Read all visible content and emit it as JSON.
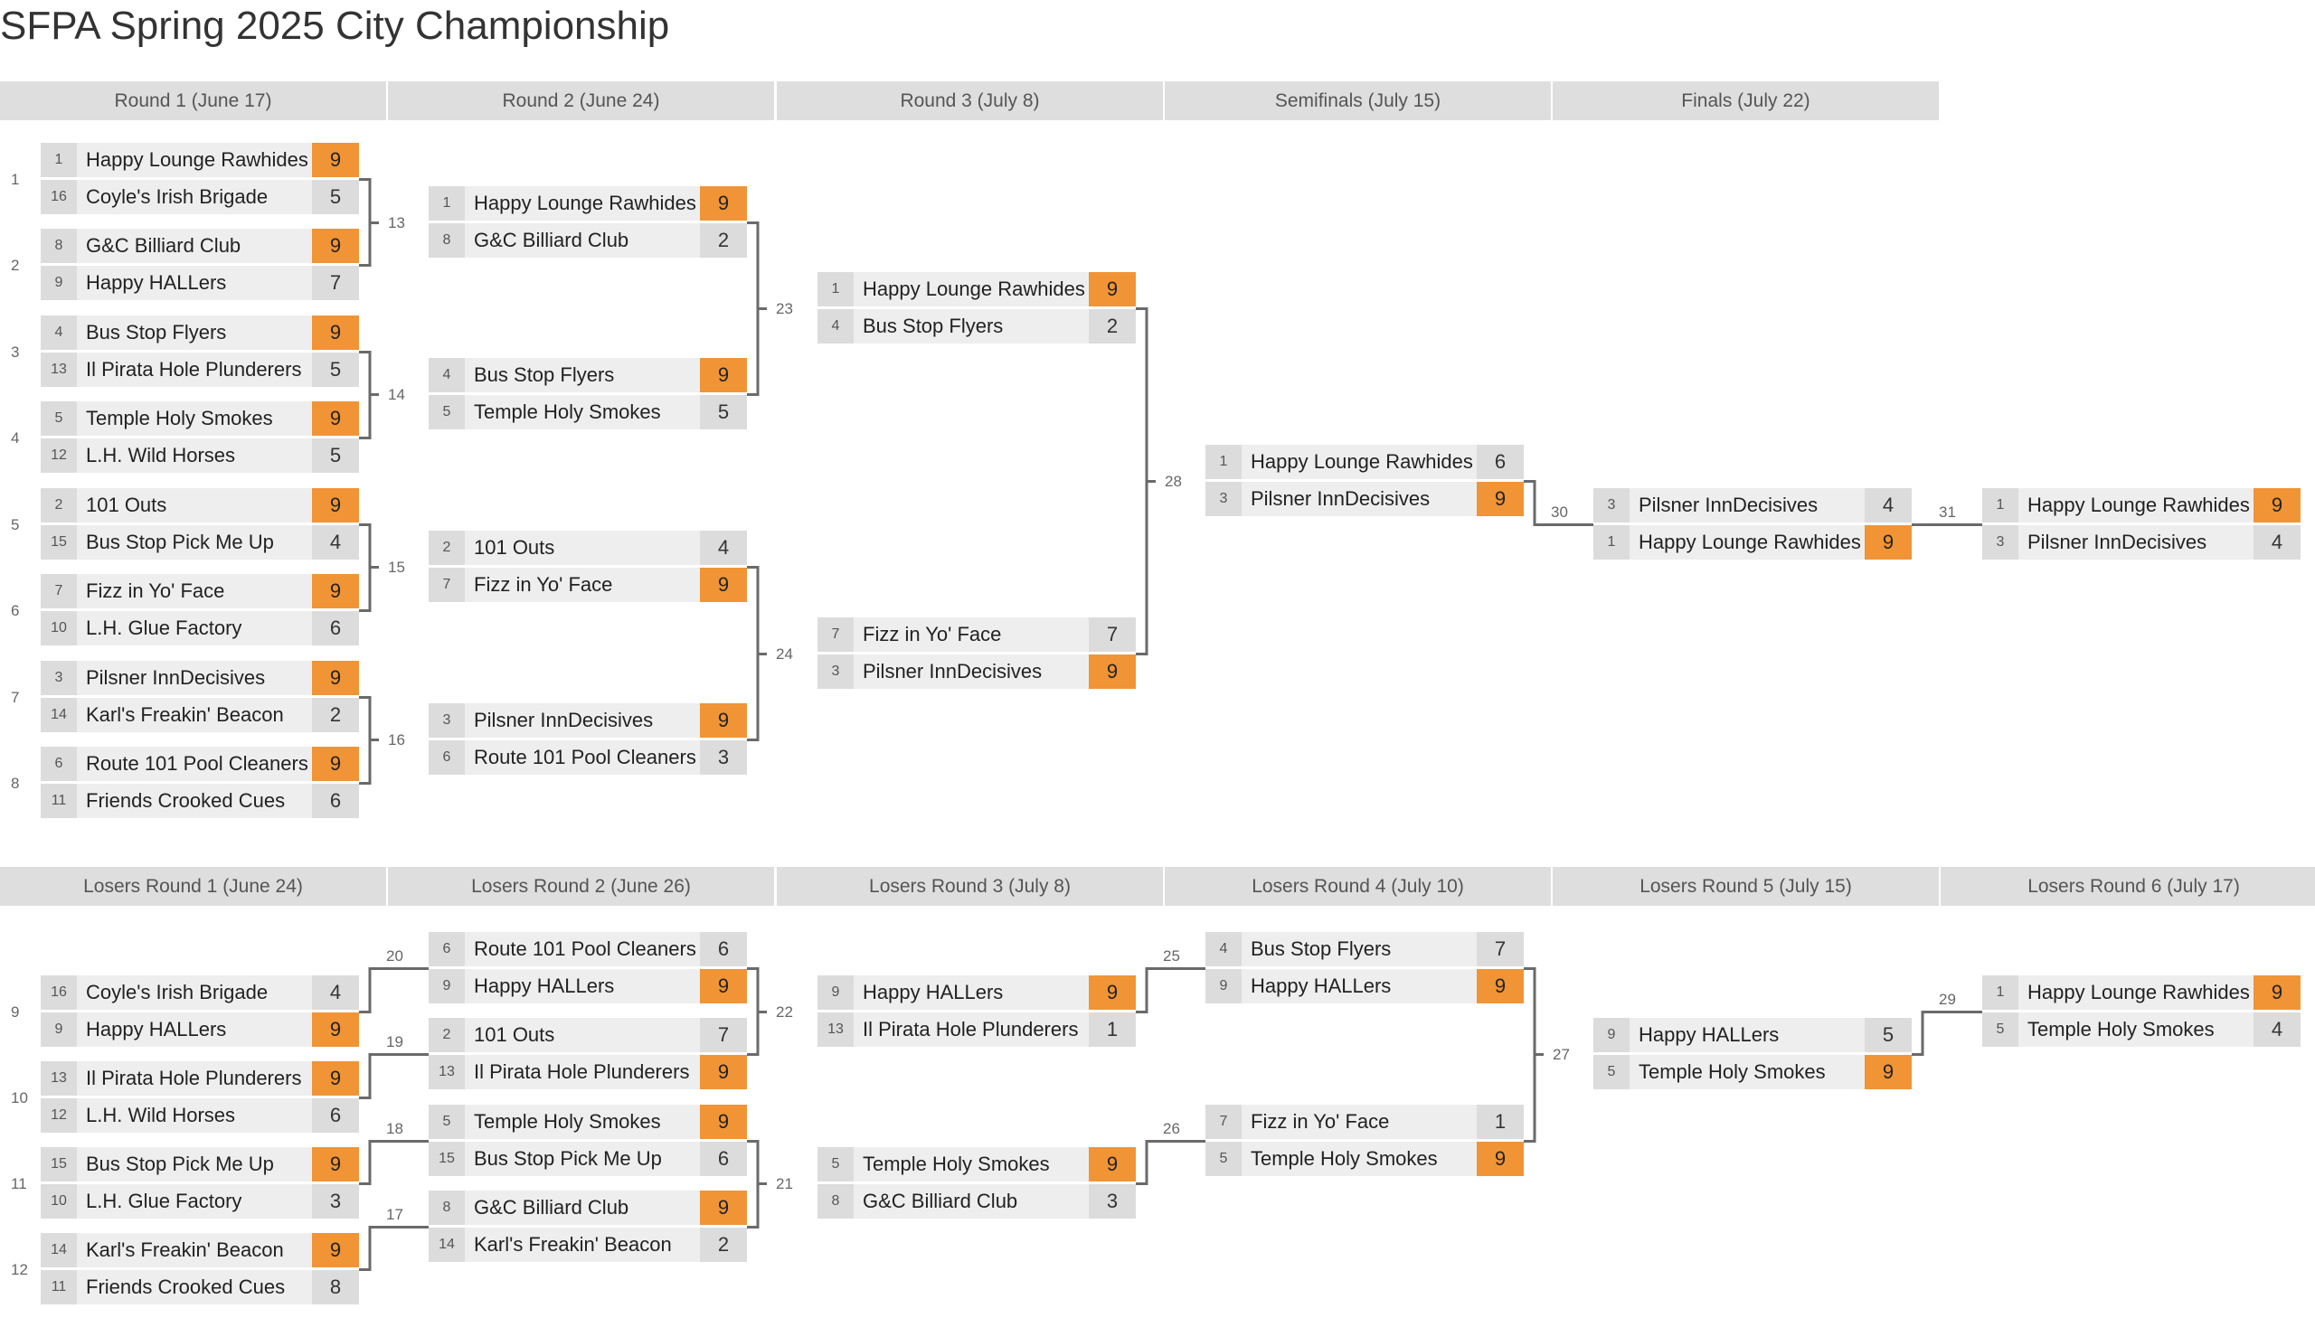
{
  "title": "SFPA Spring 2025 City Championship",
  "winners_rounds": [
    "Round 1 (June 17)",
    "Round 2 (June 24)",
    "Round 3 (July 8)",
    "Semifinals (July 15)",
    "Finals (July 22)"
  ],
  "losers_rounds": [
    "Losers Round 1 (June 24)",
    "Losers Round 2 (June 26)",
    "Losers Round 3 (July 8)",
    "Losers Round 4 (July 10)",
    "Losers Round 5 (July 15)",
    "Losers Round 6 (July 17)"
  ],
  "matches": [
    {
      "num": "1",
      "round": "Round 1 (June 17)",
      "teams": [
        {
          "seed": "1",
          "name": "Happy Lounge Rawhides",
          "score": "9",
          "win": true
        },
        {
          "seed": "16",
          "name": "Coyle's Irish Brigade",
          "score": "5",
          "win": false
        }
      ]
    },
    {
      "num": "2",
      "round": "Round 1 (June 17)",
      "teams": [
        {
          "seed": "8",
          "name": "G&C Billiard Club",
          "score": "9",
          "win": true
        },
        {
          "seed": "9",
          "name": "Happy HALLers",
          "score": "7",
          "win": false
        }
      ]
    },
    {
      "num": "3",
      "round": "Round 1 (June 17)",
      "teams": [
        {
          "seed": "4",
          "name": "Bus Stop Flyers",
          "score": "9",
          "win": true
        },
        {
          "seed": "13",
          "name": "Il Pirata Hole Plunderers",
          "score": "5",
          "win": false
        }
      ]
    },
    {
      "num": "4",
      "round": "Round 1 (June 17)",
      "teams": [
        {
          "seed": "5",
          "name": "Temple Holy Smokes",
          "score": "9",
          "win": true
        },
        {
          "seed": "12",
          "name": "L.H. Wild Horses",
          "score": "5",
          "win": false
        }
      ]
    },
    {
      "num": "5",
      "round": "Round 1 (June 17)",
      "teams": [
        {
          "seed": "2",
          "name": "101 Outs",
          "score": "9",
          "win": true
        },
        {
          "seed": "15",
          "name": "Bus Stop Pick Me Up",
          "score": "4",
          "win": false
        }
      ]
    },
    {
      "num": "6",
      "round": "Round 1 (June 17)",
      "teams": [
        {
          "seed": "7",
          "name": "Fizz in Yo' Face",
          "score": "9",
          "win": true
        },
        {
          "seed": "10",
          "name": "L.H. Glue Factory",
          "score": "6",
          "win": false
        }
      ]
    },
    {
      "num": "7",
      "round": "Round 1 (June 17)",
      "teams": [
        {
          "seed": "3",
          "name": "Pilsner InnDecisives",
          "score": "9",
          "win": true
        },
        {
          "seed": "14",
          "name": "Karl's Freakin' Beacon",
          "score": "2",
          "win": false
        }
      ]
    },
    {
      "num": "8",
      "round": "Round 1 (June 17)",
      "teams": [
        {
          "seed": "6",
          "name": "Route 101 Pool Cleaners",
          "score": "9",
          "win": true
        },
        {
          "seed": "11",
          "name": "Friends Crooked Cues",
          "score": "6",
          "win": false
        }
      ]
    },
    {
      "num": "13",
      "round": "Round 2 (June 24)",
      "teams": [
        {
          "seed": "1",
          "name": "Happy Lounge Rawhides",
          "score": "9",
          "win": true
        },
        {
          "seed": "8",
          "name": "G&C Billiard Club",
          "score": "2",
          "win": false
        }
      ]
    },
    {
      "num": "14",
      "round": "Round 2 (June 24)",
      "teams": [
        {
          "seed": "4",
          "name": "Bus Stop Flyers",
          "score": "9",
          "win": true
        },
        {
          "seed": "5",
          "name": "Temple Holy Smokes",
          "score": "5",
          "win": false
        }
      ]
    },
    {
      "num": "15",
      "round": "Round 2 (June 24)",
      "teams": [
        {
          "seed": "2",
          "name": "101 Outs",
          "score": "4",
          "win": false
        },
        {
          "seed": "7",
          "name": "Fizz in Yo' Face",
          "score": "9",
          "win": true
        }
      ]
    },
    {
      "num": "16",
      "round": "Round 2 (June 24)",
      "teams": [
        {
          "seed": "3",
          "name": "Pilsner InnDecisives",
          "score": "9",
          "win": true
        },
        {
          "seed": "6",
          "name": "Route 101 Pool Cleaners",
          "score": "3",
          "win": false
        }
      ]
    },
    {
      "num": "23",
      "round": "Round 3 (July 8)",
      "teams": [
        {
          "seed": "1",
          "name": "Happy Lounge Rawhides",
          "score": "9",
          "win": true
        },
        {
          "seed": "4",
          "name": "Bus Stop Flyers",
          "score": "2",
          "win": false
        }
      ]
    },
    {
      "num": "24",
      "round": "Round 3 (July 8)",
      "teams": [
        {
          "seed": "7",
          "name": "Fizz in Yo' Face",
          "score": "7",
          "win": false
        },
        {
          "seed": "3",
          "name": "Pilsner InnDecisives",
          "score": "9",
          "win": true
        }
      ]
    },
    {
      "num": "28",
      "round": "Semifinals (July 15)",
      "teams": [
        {
          "seed": "1",
          "name": "Happy Lounge Rawhides",
          "score": "6",
          "win": false
        },
        {
          "seed": "3",
          "name": "Pilsner InnDecisives",
          "score": "9",
          "win": true
        }
      ]
    },
    {
      "num": "30",
      "round": "Finals (July 22)",
      "teams": [
        {
          "seed": "3",
          "name": "Pilsner InnDecisives",
          "score": "4",
          "win": false
        },
        {
          "seed": "1",
          "name": "Happy Lounge Rawhides",
          "score": "9",
          "win": true
        }
      ]
    },
    {
      "num": "31",
      "round": "Finals (July 22)",
      "teams": [
        {
          "seed": "1",
          "name": "Happy Lounge Rawhides",
          "score": "9",
          "win": true
        },
        {
          "seed": "3",
          "name": "Pilsner InnDecisives",
          "score": "4",
          "win": false
        }
      ]
    },
    {
      "num": "9",
      "round": "Losers Round 1 (June 24)",
      "teams": [
        {
          "seed": "16",
          "name": "Coyle's Irish Brigade",
          "score": "4",
          "win": false
        },
        {
          "seed": "9",
          "name": "Happy HALLers",
          "score": "9",
          "win": true
        }
      ]
    },
    {
      "num": "10",
      "round": "Losers Round 1 (June 24)",
      "teams": [
        {
          "seed": "13",
          "name": "Il Pirata Hole Plunderers",
          "score": "9",
          "win": true
        },
        {
          "seed": "12",
          "name": "L.H. Wild Horses",
          "score": "6",
          "win": false
        }
      ]
    },
    {
      "num": "11",
      "round": "Losers Round 1 (June 24)",
      "teams": [
        {
          "seed": "15",
          "name": "Bus Stop Pick Me Up",
          "score": "9",
          "win": true
        },
        {
          "seed": "10",
          "name": "L.H. Glue Factory",
          "score": "3",
          "win": false
        }
      ]
    },
    {
      "num": "12",
      "round": "Losers Round 1 (June 24)",
      "teams": [
        {
          "seed": "14",
          "name": "Karl's Freakin' Beacon",
          "score": "9",
          "win": true
        },
        {
          "seed": "11",
          "name": "Friends Crooked Cues",
          "score": "8",
          "win": false
        }
      ]
    },
    {
      "num": "20",
      "round": "Losers Round 2 (June 26)",
      "teams": [
        {
          "seed": "6",
          "name": "Route 101 Pool Cleaners",
          "score": "6",
          "win": false
        },
        {
          "seed": "9",
          "name": "Happy HALLers",
          "score": "9",
          "win": true
        }
      ]
    },
    {
      "num": "19",
      "round": "Losers Round 2 (June 26)",
      "teams": [
        {
          "seed": "2",
          "name": "101 Outs",
          "score": "7",
          "win": false
        },
        {
          "seed": "13",
          "name": "Il Pirata Hole Plunderers",
          "score": "9",
          "win": true
        }
      ]
    },
    {
      "num": "18",
      "round": "Losers Round 2 (June 26)",
      "teams": [
        {
          "seed": "5",
          "name": "Temple Holy Smokes",
          "score": "9",
          "win": true
        },
        {
          "seed": "15",
          "name": "Bus Stop Pick Me Up",
          "score": "6",
          "win": false
        }
      ]
    },
    {
      "num": "17",
      "round": "Losers Round 2 (June 26)",
      "teams": [
        {
          "seed": "8",
          "name": "G&C Billiard Club",
          "score": "9",
          "win": true
        },
        {
          "seed": "14",
          "name": "Karl's Freakin' Beacon",
          "score": "2",
          "win": false
        }
      ]
    },
    {
      "num": "22",
      "round": "Losers Round 3 (July 8)",
      "teams": [
        {
          "seed": "9",
          "name": "Happy HALLers",
          "score": "9",
          "win": true
        },
        {
          "seed": "13",
          "name": "Il Pirata Hole Plunderers",
          "score": "1",
          "win": false
        }
      ]
    },
    {
      "num": "21",
      "round": "Losers Round 3 (July 8)",
      "teams": [
        {
          "seed": "5",
          "name": "Temple Holy Smokes",
          "score": "9",
          "win": true
        },
        {
          "seed": "8",
          "name": "G&C Billiard Club",
          "score": "3",
          "win": false
        }
      ]
    },
    {
      "num": "25",
      "round": "Losers Round 4 (July 10)",
      "teams": [
        {
          "seed": "4",
          "name": "Bus Stop Flyers",
          "score": "7",
          "win": false
        },
        {
          "seed": "9",
          "name": "Happy HALLers",
          "score": "9",
          "win": true
        }
      ]
    },
    {
      "num": "26",
      "round": "Losers Round 4 (July 10)",
      "teams": [
        {
          "seed": "7",
          "name": "Fizz in Yo' Face",
          "score": "1",
          "win": false
        },
        {
          "seed": "5",
          "name": "Temple Holy Smokes",
          "score": "9",
          "win": true
        }
      ]
    },
    {
      "num": "27",
      "round": "Losers Round 5 (July 15)",
      "teams": [
        {
          "seed": "9",
          "name": "Happy HALLers",
          "score": "5",
          "win": false
        },
        {
          "seed": "5",
          "name": "Temple Holy Smokes",
          "score": "9",
          "win": true
        }
      ]
    },
    {
      "num": "29",
      "round": "Losers Round 6 (July 17)",
      "teams": [
        {
          "seed": "1",
          "name": "Happy Lounge Rawhides",
          "score": "9",
          "win": true
        },
        {
          "seed": "5",
          "name": "Temple Holy Smokes",
          "score": "4",
          "win": false
        }
      ]
    }
  ]
}
